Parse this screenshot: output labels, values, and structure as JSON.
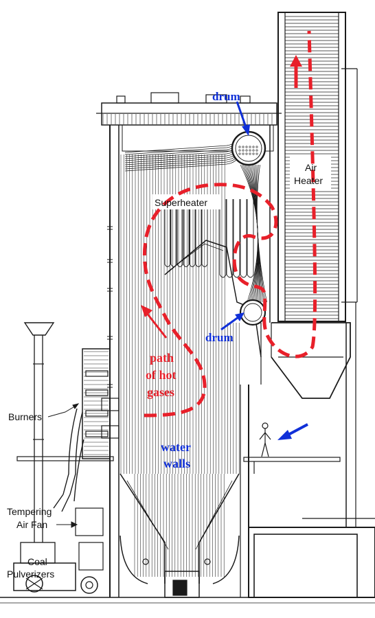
{
  "labels": {
    "drum_top": "drum",
    "drum_bottom": "drum",
    "air_heater_line1": "Air",
    "air_heater_line2": "Heater",
    "superheater": "Superheater",
    "hot_gases_line1": "path",
    "hot_gases_line2": "of hot",
    "hot_gases_line3": "gases",
    "water_walls_line1": "water",
    "water_walls_line2": "walls",
    "burners": "Burners",
    "tempering_line1": "Tempering",
    "tempering_line2": "Air Fan",
    "coal_line1": "Coal",
    "coal_line2": "Pulverizers"
  },
  "colors": {
    "annotation_red": "#e8202a",
    "annotation_blue": "#1030d8",
    "ink": "#1a1a1a",
    "paper": "#ffffff"
  }
}
